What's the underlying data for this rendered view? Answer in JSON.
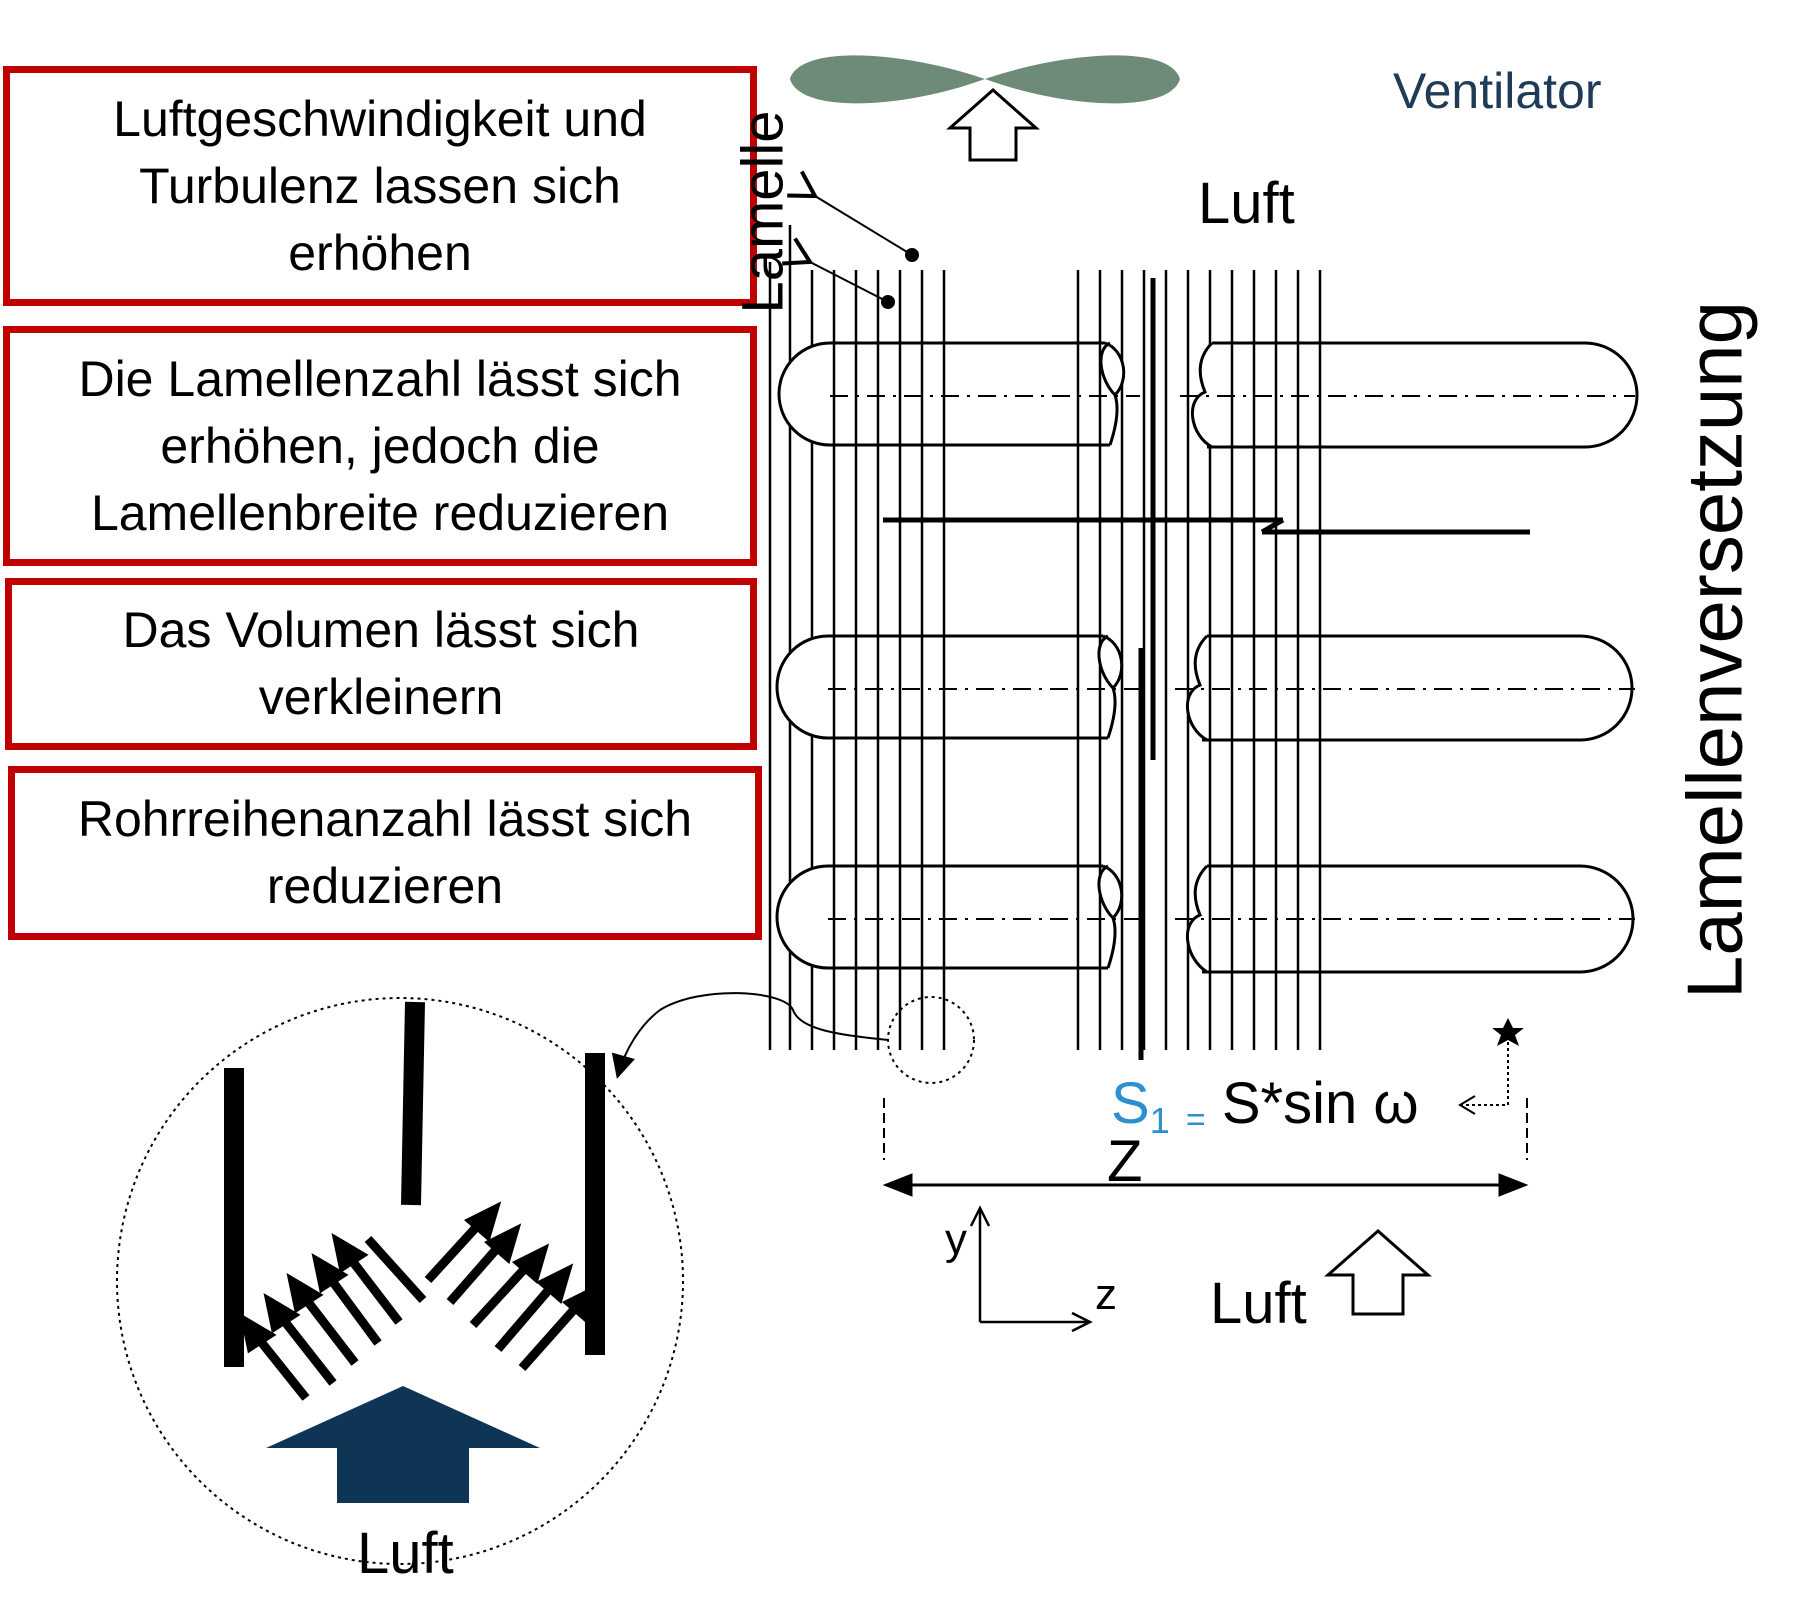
{
  "boxes": [
    "Luftgeschwindigkeit und Turbulenz lassen sich erhöhen",
    "Die Lamellenzahl lässt sich erhöhen, jedoch die Lamellenbreite reduzieren",
    "Das Volumen lässt sich verkleinern",
    "Rohrreihenanzahl lässt sich reduzieren"
  ],
  "labels": {
    "ventilator": "Ventilator",
    "air_top": "Luft",
    "air_bottom": "Luft",
    "air_detail": "Luft",
    "fin": "Lamelle",
    "fin_offset": "Lamellenversetzung",
    "formula_s1": "S",
    "formula_s1_sub": "1",
    "formula_eq": "=",
    "formula_rhs": "S*sin ω",
    "dimension": "Z",
    "axis_y": "y",
    "axis_z": "z"
  },
  "colors": {
    "box_border": "#c00000",
    "fan": "#6e8a78",
    "ventilator_text": "#1f3b57",
    "formula_s1": "#2e8fcf",
    "detail_arrow": "#0f3556"
  }
}
